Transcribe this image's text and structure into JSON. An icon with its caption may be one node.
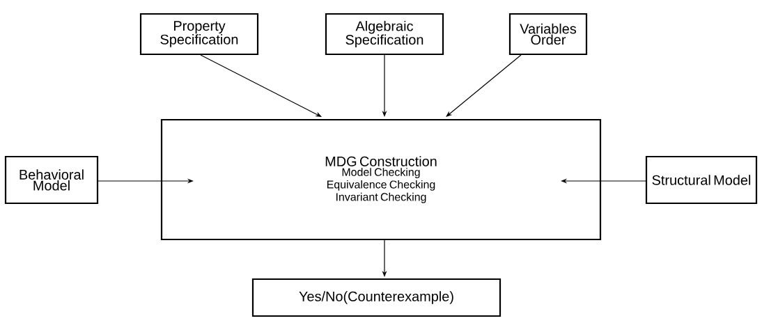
{
  "diagram": {
    "nodes": [
      {
        "text": [
          "Property Specification"
        ]
      },
      {
        "text": [
          "Algebraic Specification"
        ]
      },
      {
        "text": [
          "Variables Order"
        ]
      },
      {
        "text": [
          "MDG Construction",
          "Model Checking",
          "Equivalence Checking",
          "Invariant Checking"
        ]
      },
      {
        "text": [
          "Behavioral Model"
        ]
      },
      {
        "text": [
          "Structural Model"
        ]
      },
      {
        "text": [
          "Yes/No(Counterexample)"
        ]
      }
    ],
    "edges": [
      {
        "from": 0,
        "to": 3,
        "arrow": "to"
      },
      {
        "from": 1,
        "to": 3,
        "arrow": "to"
      },
      {
        "from": 2,
        "to": 3,
        "arrow": "to"
      },
      {
        "from": 4,
        "to": 3,
        "arrow": "to"
      },
      {
        "from": 5,
        "to": 3,
        "arrow": "to"
      },
      {
        "from": 3,
        "to": 6,
        "arrow": "to"
      }
    ]
  }
}
